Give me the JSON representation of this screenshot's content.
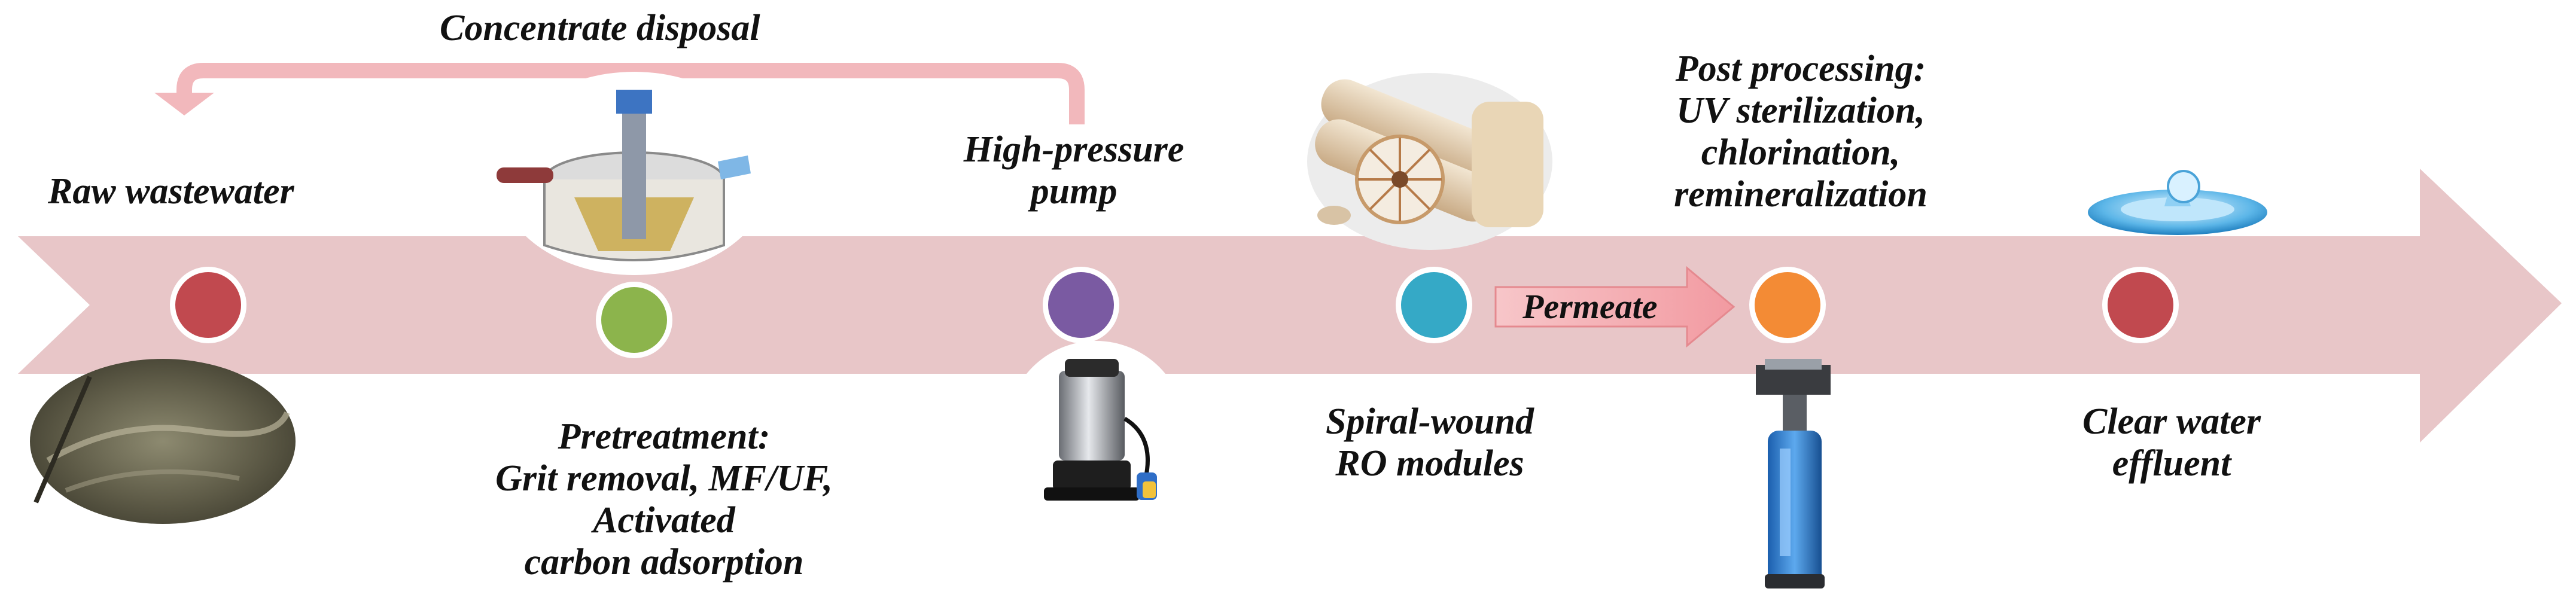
{
  "colors": {
    "main_arrow": "#e8c6c8",
    "return_arrow": "#f2b8bc",
    "permeate_arrow": "#f4a6ab",
    "node_raw": "#c1494f",
    "node_pretreatment": "#8cb44c",
    "node_pump": "#7a5aa2",
    "node_ro": "#35a9c6",
    "node_post": "#f38b35",
    "node_effluent": "#c1494f"
  },
  "labels": {
    "concentrate": "Concentrate disposal",
    "raw": "Raw wastewater",
    "pretreatment": [
      "Pretreatment:",
      "Grit removal, MF/UF,",
      "Activated",
      "carbon  adsorption"
    ],
    "pump": [
      "High-pressure",
      "pump"
    ],
    "ro": [
      "Spiral-wound",
      "RO modules"
    ],
    "permeate": "Permeate",
    "post": [
      "Post processing:",
      "UV sterilization,",
      "chlorination,",
      "remineralization"
    ],
    "effluent": [
      "Clear water",
      "effluent"
    ]
  },
  "pictures": {
    "raw": "wastewater-photo",
    "pretreatment": "clarifier-tank-illustration",
    "pump": "submersible-pump-photo",
    "ro": "ro-membrane-modules-photo",
    "post": "uv-sterilizer-unit-photo",
    "effluent": "water-splash-icon"
  }
}
